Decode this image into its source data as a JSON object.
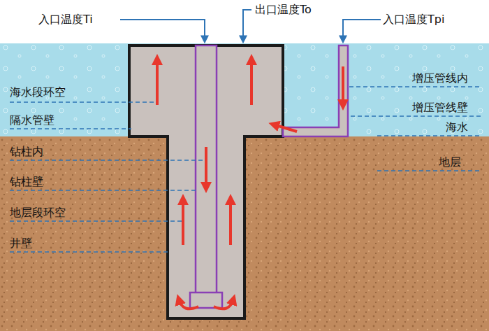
{
  "diagram": {
    "labels": [
      "入口温度Ti",
      "出口温度To",
      "入口温度Tpi",
      "海水段环空",
      "增压管线内",
      "隔水管壁",
      "增压管线壁",
      "海水",
      "钻柱内",
      "地层",
      "钻柱壁",
      "地层段环空",
      "井壁"
    ]
  }
}
